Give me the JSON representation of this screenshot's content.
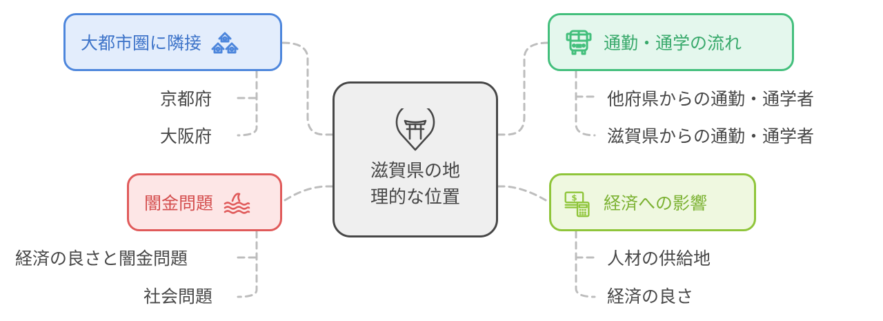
{
  "center": {
    "title": "滋賀県の地理的な位置",
    "title_line1": "滋賀県の地",
    "title_line2": "理的な位置",
    "icon": "torii-location-pin-icon",
    "border_color": "#474747",
    "fill_color": "#efefef"
  },
  "branches": [
    {
      "id": "metro",
      "label": "大都市圏に隣接",
      "icon": "houses-icon",
      "border_color": "#4d86dc",
      "fill_color": "#e3edfc",
      "text_color": "#3e74c9",
      "children": [
        "京都府",
        "大阪府"
      ]
    },
    {
      "id": "commute",
      "label": "通勤・通学の流れ",
      "icon": "bus-icon",
      "border_color": "#43bf7c",
      "fill_color": "#e4f7ed",
      "text_color": "#38a96b",
      "children": [
        "他府県からの通勤・通学者",
        "滋賀県からの通勤・通学者"
      ]
    },
    {
      "id": "loan",
      "label": "闇金問題",
      "icon": "shark-fin-waves-icon",
      "border_color": "#e05a5a",
      "fill_color": "#fde6e6",
      "text_color": "#d44e4e",
      "children": [
        "経済の良さと闇金問題",
        "社会問題"
      ]
    },
    {
      "id": "economy",
      "label": "経済への影響",
      "icon": "money-calculator-icon",
      "border_color": "#8fc53a",
      "fill_color": "#eff8e0",
      "text_color": "#7cb233",
      "children": [
        "人材の供給地",
        "経済の良さ"
      ]
    }
  ],
  "connector_color": "#bdbdbd"
}
